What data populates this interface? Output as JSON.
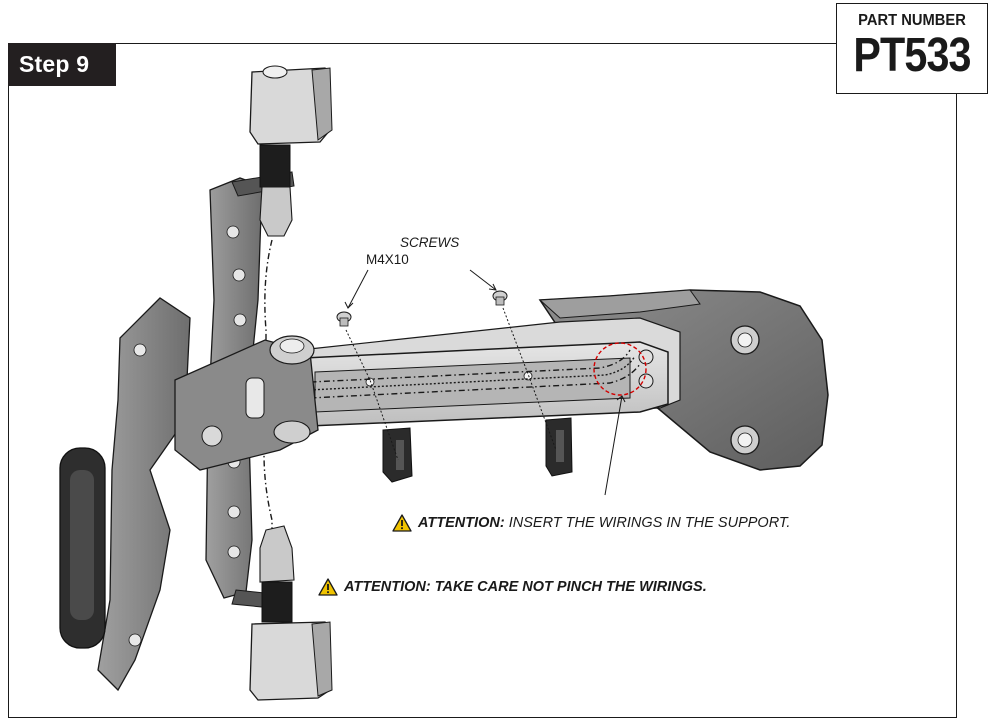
{
  "step": {
    "label": "Step 9"
  },
  "part": {
    "title": "PART NUMBER",
    "number": "PT533"
  },
  "screws": {
    "title": "SCREWS",
    "size": "M4X10"
  },
  "notes": [
    {
      "icon": "warning-triangle-icon",
      "label": "ATTENTION:",
      "text": " INSERT THE WIRINGS IN THE SUPPORT."
    },
    {
      "icon": "warning-triangle-icon",
      "label": "ATTENTION: TAKE CARE NOT PINCH THE WIRINGS.",
      "text": ""
    }
  ],
  "colors": {
    "border": "#1a1a1a",
    "step_bg": "#231f20",
    "part_gray": "#8c8c8c",
    "part_light": "#d9d9d9",
    "highlight": "#d40000",
    "warning": "#f0c300"
  }
}
